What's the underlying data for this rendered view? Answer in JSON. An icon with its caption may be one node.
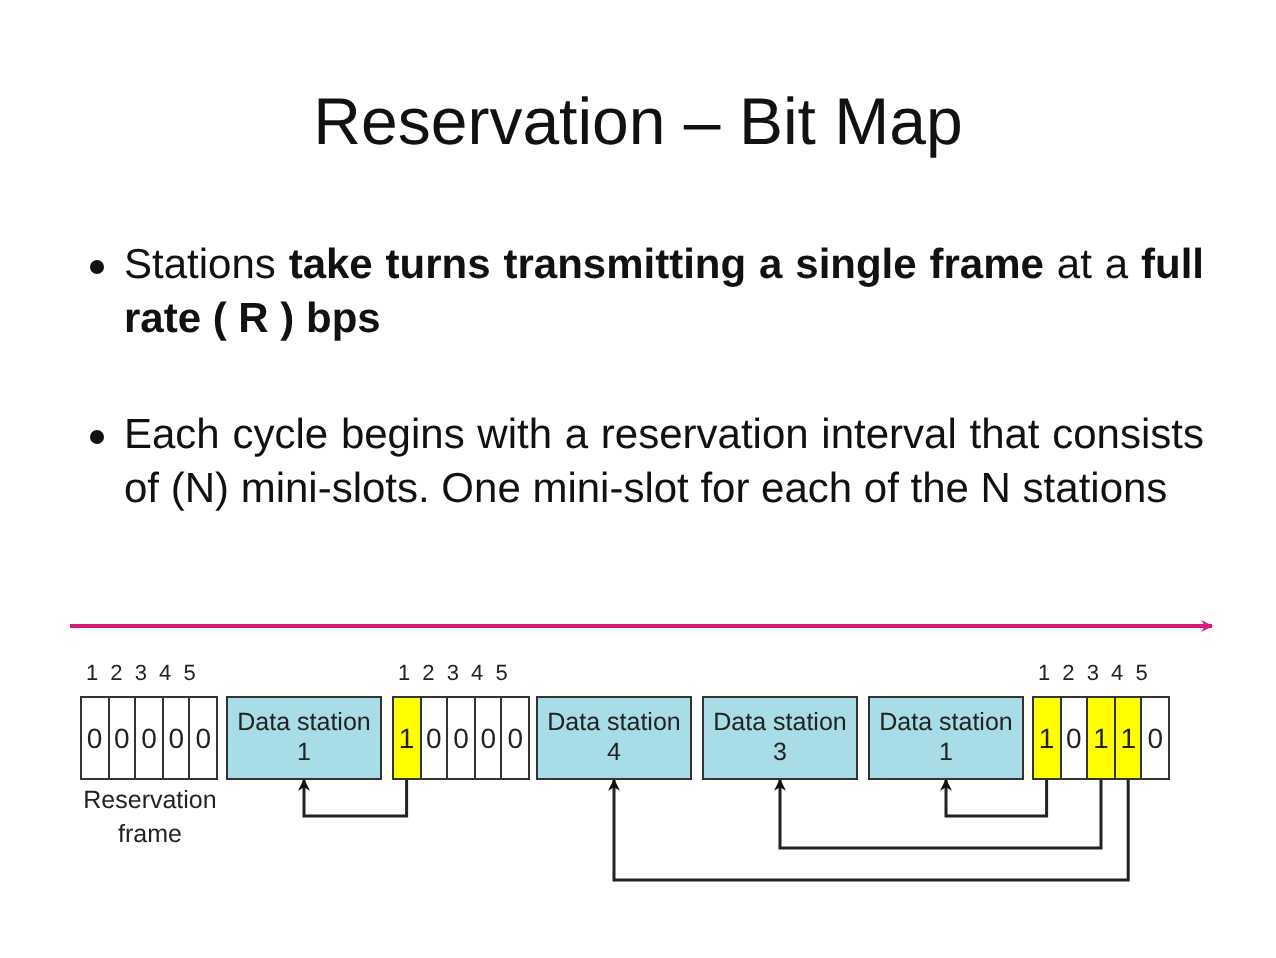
{
  "diagram": {
    "title": "Reservation – Bit Map",
    "nodes": [
      {
        "text": [
          "0"
        ]
      },
      {
        "text": [
          "0"
        ]
      },
      {
        "text": [
          "0"
        ]
      },
      {
        "text": [
          "0"
        ]
      },
      {
        "text": [
          "0"
        ]
      },
      {
        "text": [
          "Data station 1"
        ]
      },
      {
        "text": [
          "1"
        ]
      },
      {
        "text": [
          "0"
        ]
      },
      {
        "text": [
          "0"
        ]
      },
      {
        "text": [
          "0"
        ]
      },
      {
        "text": [
          "0"
        ]
      },
      {
        "text": [
          "Data station 4"
        ]
      },
      {
        "text": [
          "Data station 3"
        ]
      },
      {
        "text": [
          "Data station 1"
        ]
      },
      {
        "text": [
          "1"
        ]
      },
      {
        "text": [
          "0"
        ]
      },
      {
        "text": [
          "1"
        ]
      },
      {
        "text": [
          "1"
        ]
      },
      {
        "text": [
          "0"
        ]
      }
    ],
    "edges": [
      {
        "from": 6,
        "to": 5,
        "arrow": "to"
      },
      {
        "from": 14,
        "to": 13,
        "arrow": "to"
      },
      {
        "from": 16,
        "to": 12,
        "arrow": "to"
      },
      {
        "from": 17,
        "to": 11,
        "arrow": "to"
      }
    ],
    "labels": [
      "Stations **take turns transmitting a single frame** at a **full rate ( R ) bps**",
      "Each cycle begins with a reservation interval that consists of (N) mini-slots. One mini-slot for each of the N stations",
      "1 2 3 4 5",
      "1 2 3 4 5",
      "1 2 3 4 5",
      "Reservation frame"
    ]
  }
}
